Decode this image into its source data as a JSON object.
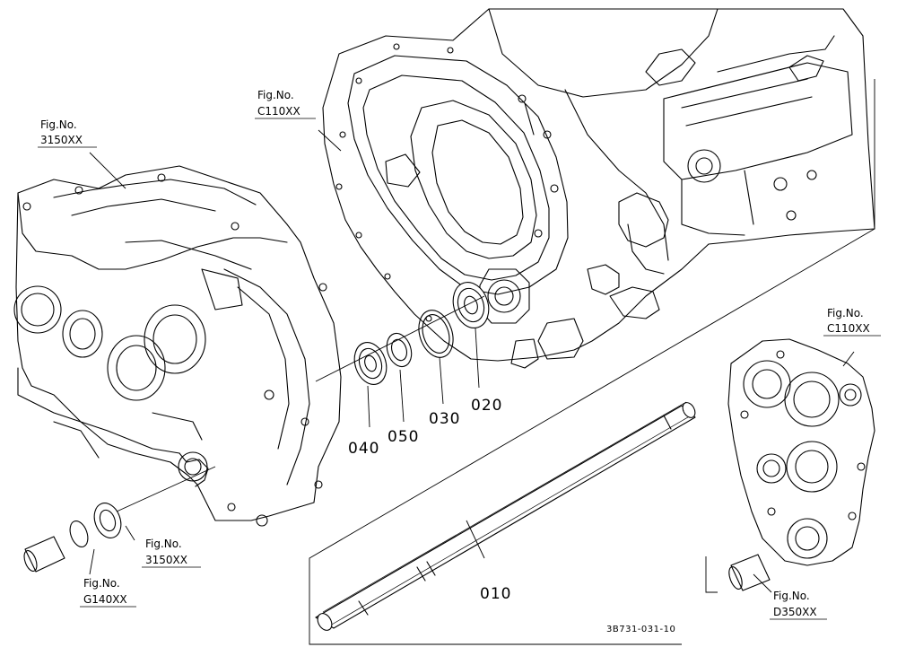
{
  "references": [
    {
      "id": "ref-3150xx-top",
      "line1": "Fig.No.",
      "line2": "3150XX"
    },
    {
      "id": "ref-c110xx-top",
      "line1": "Fig.No.",
      "line2": "C110XX"
    },
    {
      "id": "ref-c110xx-right",
      "line1": "Fig.No.",
      "line2": "C110XX"
    },
    {
      "id": "ref-3150xx-bottom",
      "line1": "Fig.No.",
      "line2": "3150XX"
    },
    {
      "id": "ref-g140xx",
      "line1": "Fig.No.",
      "line2": "G140XX"
    },
    {
      "id": "ref-d350xx",
      "line1": "Fig.No.",
      "line2": "D350XX"
    }
  ],
  "parts": [
    {
      "id": "part-010",
      "number": "010"
    },
    {
      "id": "part-020",
      "number": "020"
    },
    {
      "id": "part-030",
      "number": "030"
    },
    {
      "id": "part-040",
      "number": "040"
    },
    {
      "id": "part-050",
      "number": "050"
    }
  ],
  "drawing_code": "3B731-031-10"
}
